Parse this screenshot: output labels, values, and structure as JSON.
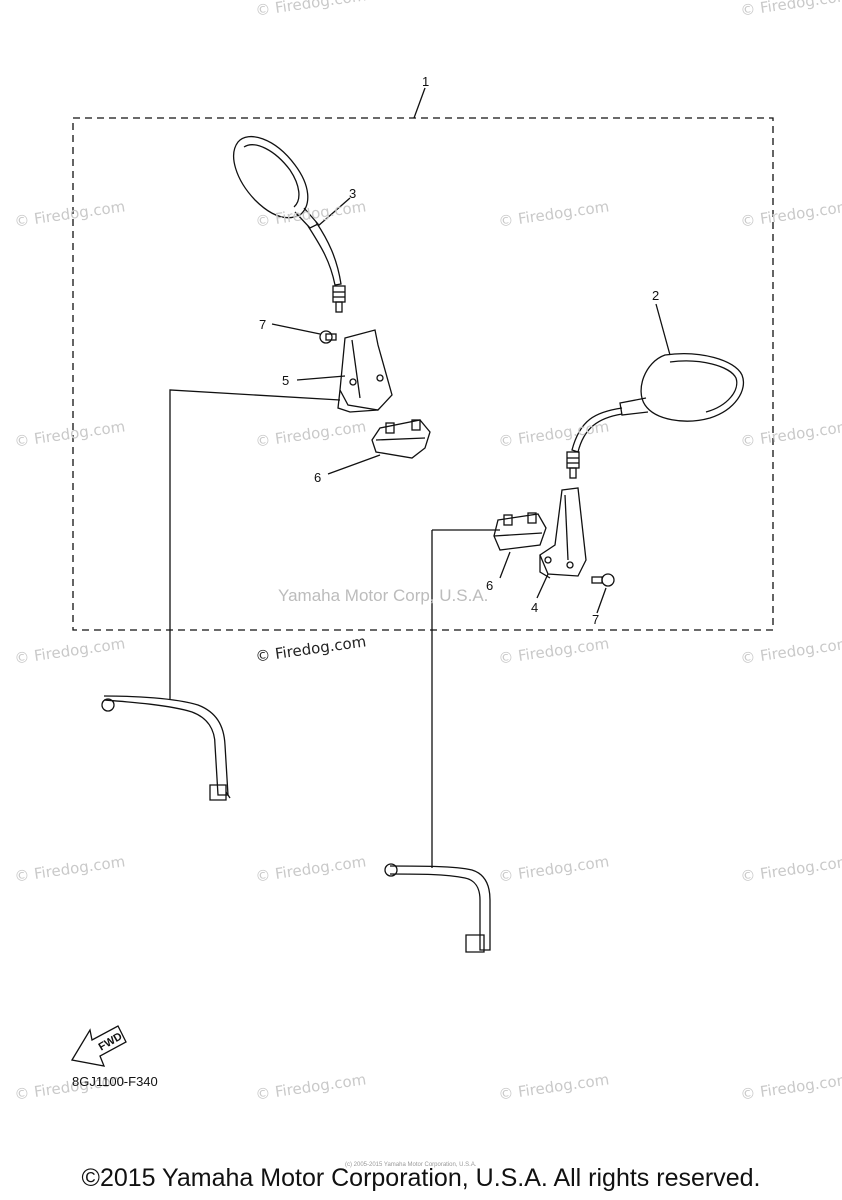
{
  "watermark": "© Firedog.com",
  "watermark_bold": "© Firedog.com",
  "center_watermark": "Yamaha Motor Corp, U.S.A.",
  "callouts": {
    "c1": "1",
    "c2": "2",
    "c3": "3",
    "c4": "4",
    "c5": "5",
    "c6a": "6",
    "c6b": "6",
    "c7a": "7",
    "c7b": "7"
  },
  "direction_label": "FWD",
  "diagram_code": "8GJ1100-F340",
  "fine_print": "(c) 2005-2015 Yamaha Motor Corporation, U.S.A.",
  "copyright": "©2015 Yamaha Motor Corporation, U.S.A. All rights reserved."
}
